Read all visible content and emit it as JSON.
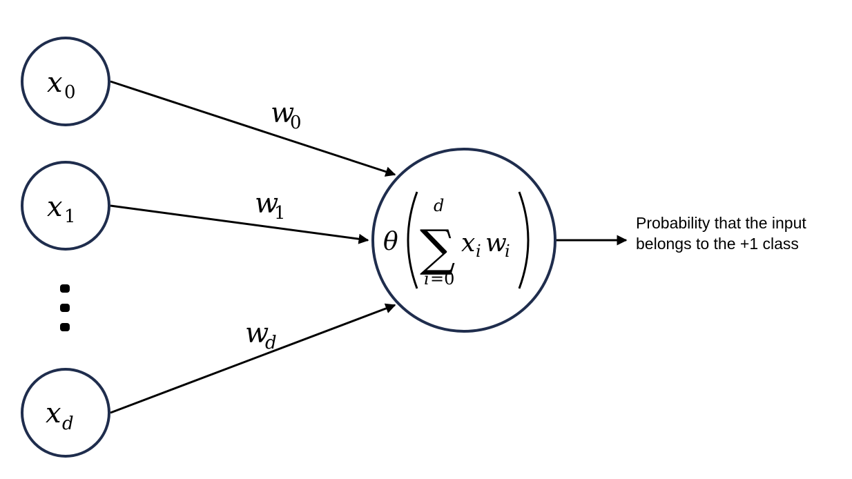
{
  "inputs": [
    {
      "var": "x",
      "sub": "0"
    },
    {
      "var": "x",
      "sub": "1"
    },
    {
      "var": "x",
      "sub": "d"
    }
  ],
  "weights": [
    {
      "var": "w",
      "sub": "0"
    },
    {
      "var": "w",
      "sub": "1"
    },
    {
      "var": "w",
      "sub": "d"
    }
  ],
  "neuron": {
    "theta": "θ",
    "sum_symbol": "∑",
    "sum_upper": "d",
    "sum_lower_var": "i",
    "sum_lower_rest": "=0",
    "term_x": "x",
    "term_x_sub": "i",
    "term_w": "w",
    "term_w_sub": "i"
  },
  "output": {
    "line1": "Probability that the input",
    "line2": "belongs to the +1 class"
  },
  "colors": {
    "circle_stroke": "#1f2d4d",
    "arrow": "#000000"
  }
}
